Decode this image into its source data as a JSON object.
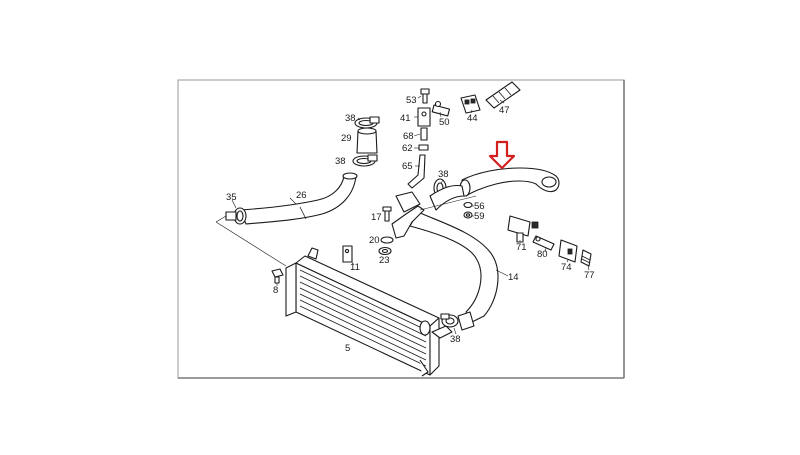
{
  "diagram": {
    "labels": {
      "p53": "53",
      "p41": "41",
      "p50": "50",
      "p44": "44",
      "p47": "47",
      "p38a": "38",
      "p29": "29",
      "p68": "68",
      "p62": "62",
      "p38b": "38",
      "p65": "65",
      "p35": "35",
      "p26": "26",
      "p38c": "38",
      "p56": "56",
      "p59": "59",
      "p17": "17",
      "p20": "20",
      "p23": "23",
      "p71": "71",
      "p80": "80",
      "p74": "74",
      "p77": "77",
      "p11": "11",
      "p14": "14",
      "p8": "8",
      "p5": "5",
      "p38d": "38"
    },
    "highlight_color": "#d41f1f"
  }
}
